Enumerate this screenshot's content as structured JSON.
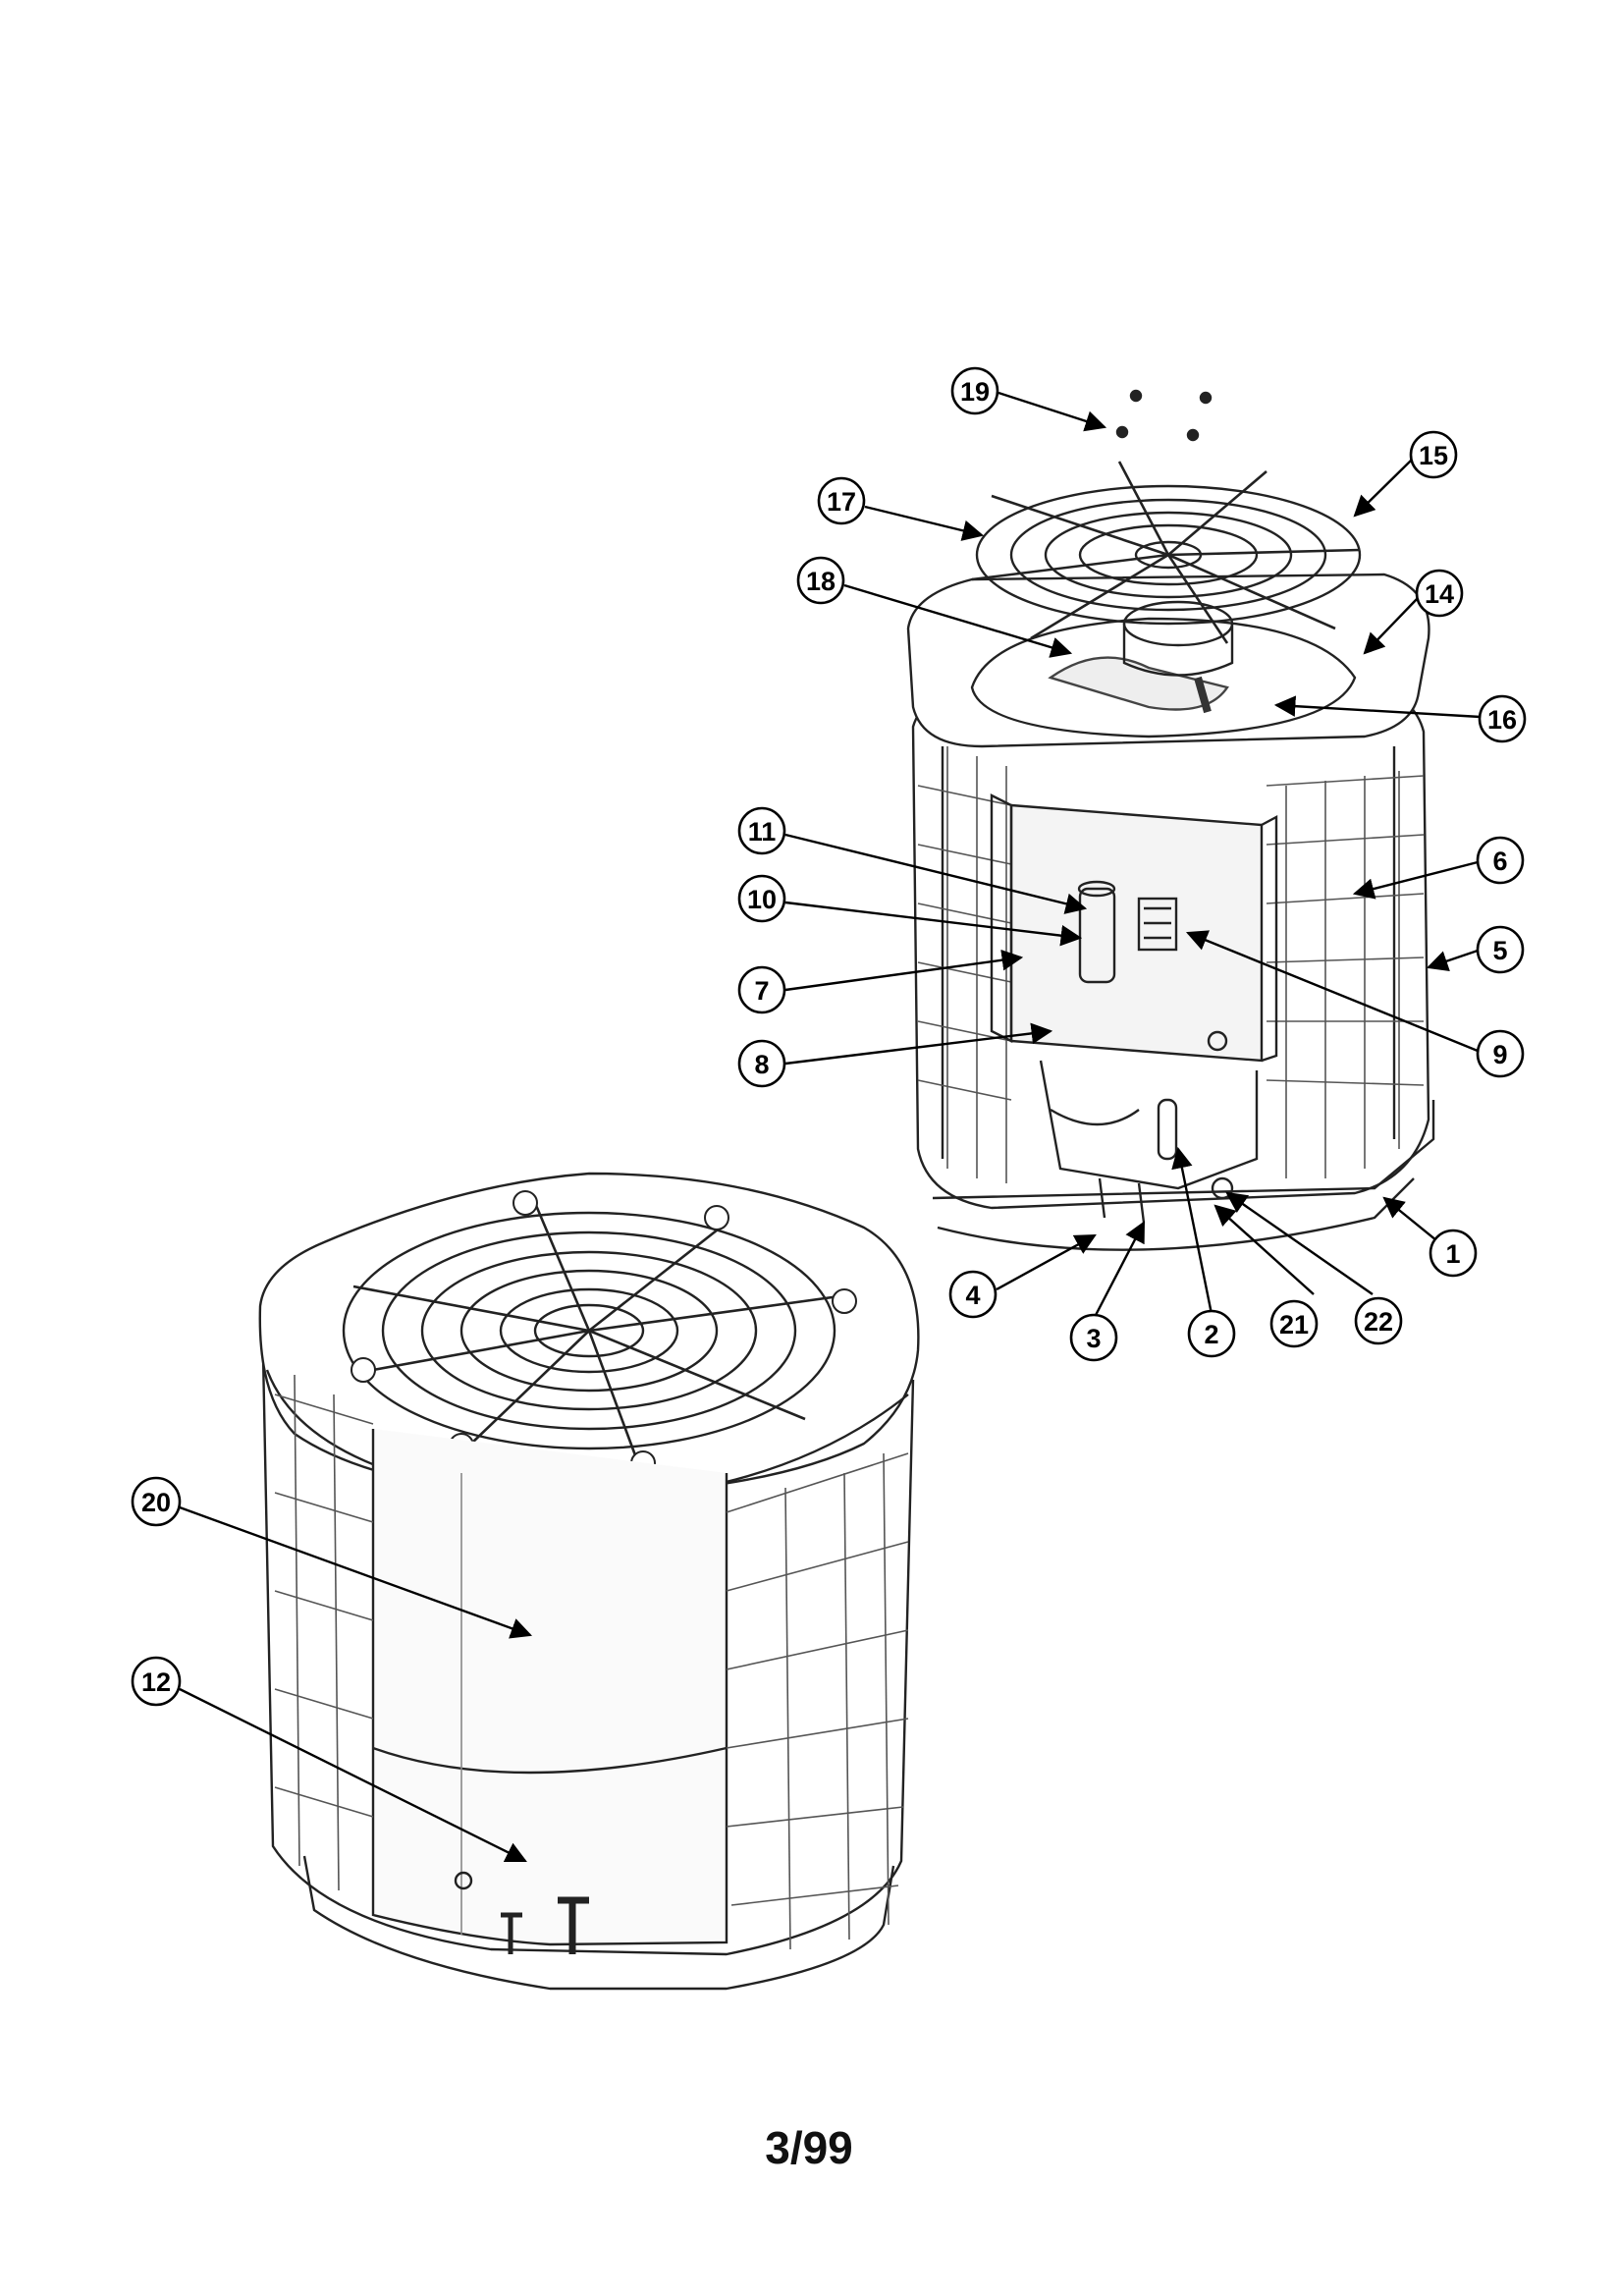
{
  "footer_code": "3/99",
  "callouts": [
    "1",
    "2",
    "3",
    "4",
    "5",
    "6",
    "7",
    "8",
    "9",
    "10",
    "11",
    "12",
    "14",
    "15",
    "16",
    "17",
    "18",
    "19",
    "20",
    "21",
    "22"
  ]
}
